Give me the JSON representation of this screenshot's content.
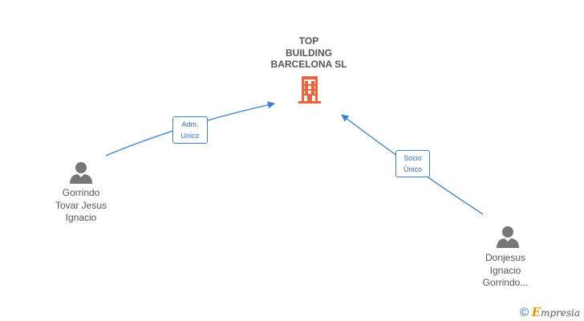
{
  "company": {
    "name_lines": [
      "TOP",
      "BUILDING",
      "BARCELONA SL"
    ],
    "color": "#f0633a",
    "icon": "building-icon"
  },
  "persons": [
    {
      "id": "gorrindo",
      "name_lines": [
        "Gorrindo",
        "Tovar Jesus",
        "Ignacio"
      ],
      "icon": "person-icon"
    },
    {
      "id": "donjesus",
      "name_lines": [
        "Donjesus",
        "Ignacio",
        "Gorrindo..."
      ],
      "icon": "person-icon"
    }
  ],
  "relations": [
    {
      "from": "gorrindo",
      "to": "company",
      "label_lines": [
        "Adm.",
        "Unico"
      ]
    },
    {
      "from": "donjesus",
      "to": "company",
      "label_lines": [
        "Socio",
        "Único"
      ]
    }
  ],
  "colors": {
    "edge": "#3a7fd0",
    "person_icon": "#777777",
    "text": "#555555"
  },
  "brand": {
    "symbol": "©",
    "initial": "E",
    "rest": "mpresia"
  }
}
